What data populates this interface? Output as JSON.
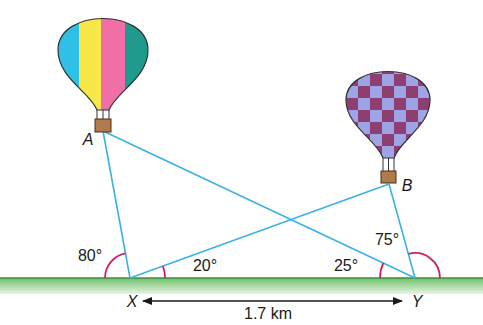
{
  "diagram": {
    "labels": [
      "A",
      "B",
      "80°",
      "20°",
      "25°",
      "75°",
      "X",
      "Y",
      "1.7 km"
    ]
  }
}
